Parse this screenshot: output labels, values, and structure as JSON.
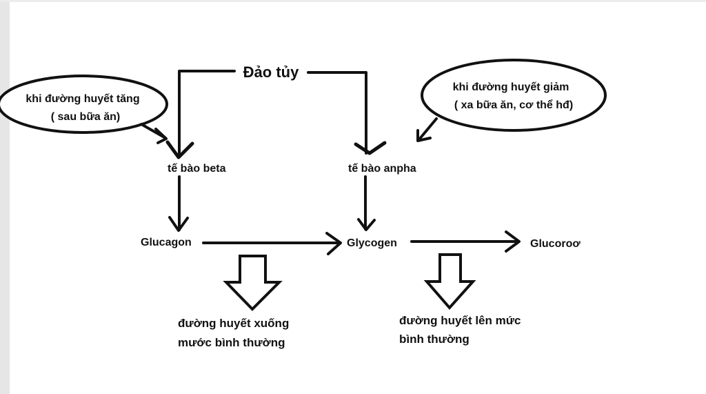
{
  "diagram": {
    "title": "Đảo tủy",
    "bubble_left": {
      "line1": "khi đường huyết tăng",
      "line2": "( sau bữa ăn)"
    },
    "bubble_right": {
      "line1": "khi đường huyết giảm",
      "line2": "( xa bữa ăn, cơ thể hđ)"
    },
    "beta_cell": "tế bào beta",
    "alpha_cell": "tế bào anpha",
    "glucagon": "Glucagon",
    "glycogen": "Glycogen",
    "glucose": "Glucoroơ",
    "result_left": {
      "line1": "đường huyết xuống",
      "line2": "mước bình thường"
    },
    "result_right": {
      "line1": "đường huyết lên mức",
      "line2": "bình thường"
    }
  },
  "colors": {
    "ink": "#111111",
    "background": "#ffffff",
    "frame": "#e6e6e6"
  }
}
